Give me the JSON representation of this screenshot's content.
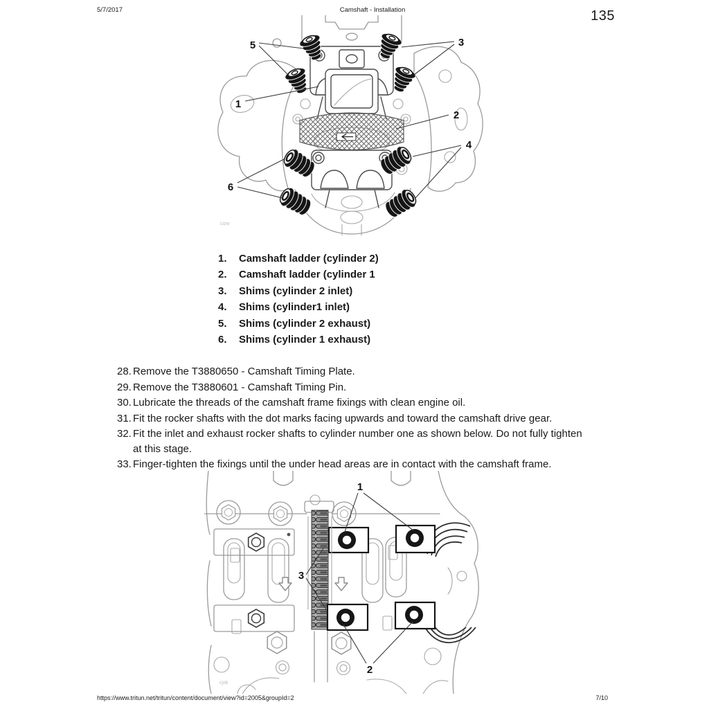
{
  "header": {
    "date": "5/7/2017",
    "title": "Camshaft - Installation",
    "page_number": "135"
  },
  "figure_top": {
    "code": "cizw",
    "callouts": {
      "n1": "1",
      "n2": "2",
      "n3": "3",
      "n4": "4",
      "n5": "5",
      "n6": "6"
    }
  },
  "parts_list": {
    "items": [
      {
        "num": "1.",
        "label": "Camshaft ladder (cylinder 2)"
      },
      {
        "num": "2.",
        "label": "Camshaft ladder (cylinder 1"
      },
      {
        "num": "3.",
        "label": "Shims (cylinder 2 inlet)"
      },
      {
        "num": "4.",
        "label": "Shims (cylinder1 inlet)"
      },
      {
        "num": "5.",
        "label": "Shims (cylinder 2 exhaust)"
      },
      {
        "num": "6.",
        "label": "Shims (cylinder 1 exhaust)"
      }
    ]
  },
  "steps": {
    "items": [
      {
        "num": "28.",
        "text": "Remove the T3880650 - Camshaft Timing Plate."
      },
      {
        "num": "29.",
        "text": "Remove the T3880601 - Camshaft Timing Pin."
      },
      {
        "num": "30.",
        "text": "Lubricate the threads of the camshaft frame fixings with clean engine oil."
      },
      {
        "num": "31.",
        "text": "Fit the rocker shafts with the dot marks facing upwards and toward the camshaft drive gear."
      },
      {
        "num": "32.",
        "text": "Fit the inlet and exhaust rocker shafts to cylinder number one as shown below. Do not fully tighten at this stage."
      },
      {
        "num": "33.",
        "text": "Finger-tighten the fixings until the under head areas are in contact with the camshaft frame."
      }
    ]
  },
  "figure_bottom": {
    "code": "cjxb",
    "callouts": {
      "n1": "1",
      "n2": "2",
      "n3": "3"
    }
  },
  "footer": {
    "url": "https://www.tritun.net/tritun/content/document/view?id=2005&groupId=2",
    "page_indicator": "7/10"
  }
}
